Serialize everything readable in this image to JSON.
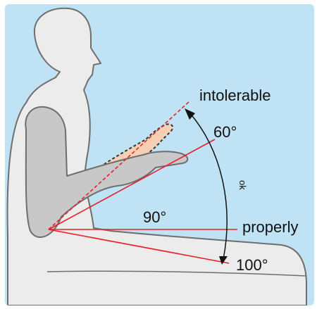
{
  "labels": {
    "intolerable": "intolerable",
    "angle_60": "60°",
    "angle_90": "90°",
    "properly": "properly",
    "angle_100": "100°",
    "ok_mark": "ok"
  },
  "colors": {
    "background": "#bfe3f5",
    "body_fill": "#ececec",
    "body_outline": "#6e6e6e",
    "arm_fill": "#c8c8c8",
    "bad_forearm_fill": "#f6cfb4",
    "line_red": "#e8202a",
    "text": "#111111"
  }
}
